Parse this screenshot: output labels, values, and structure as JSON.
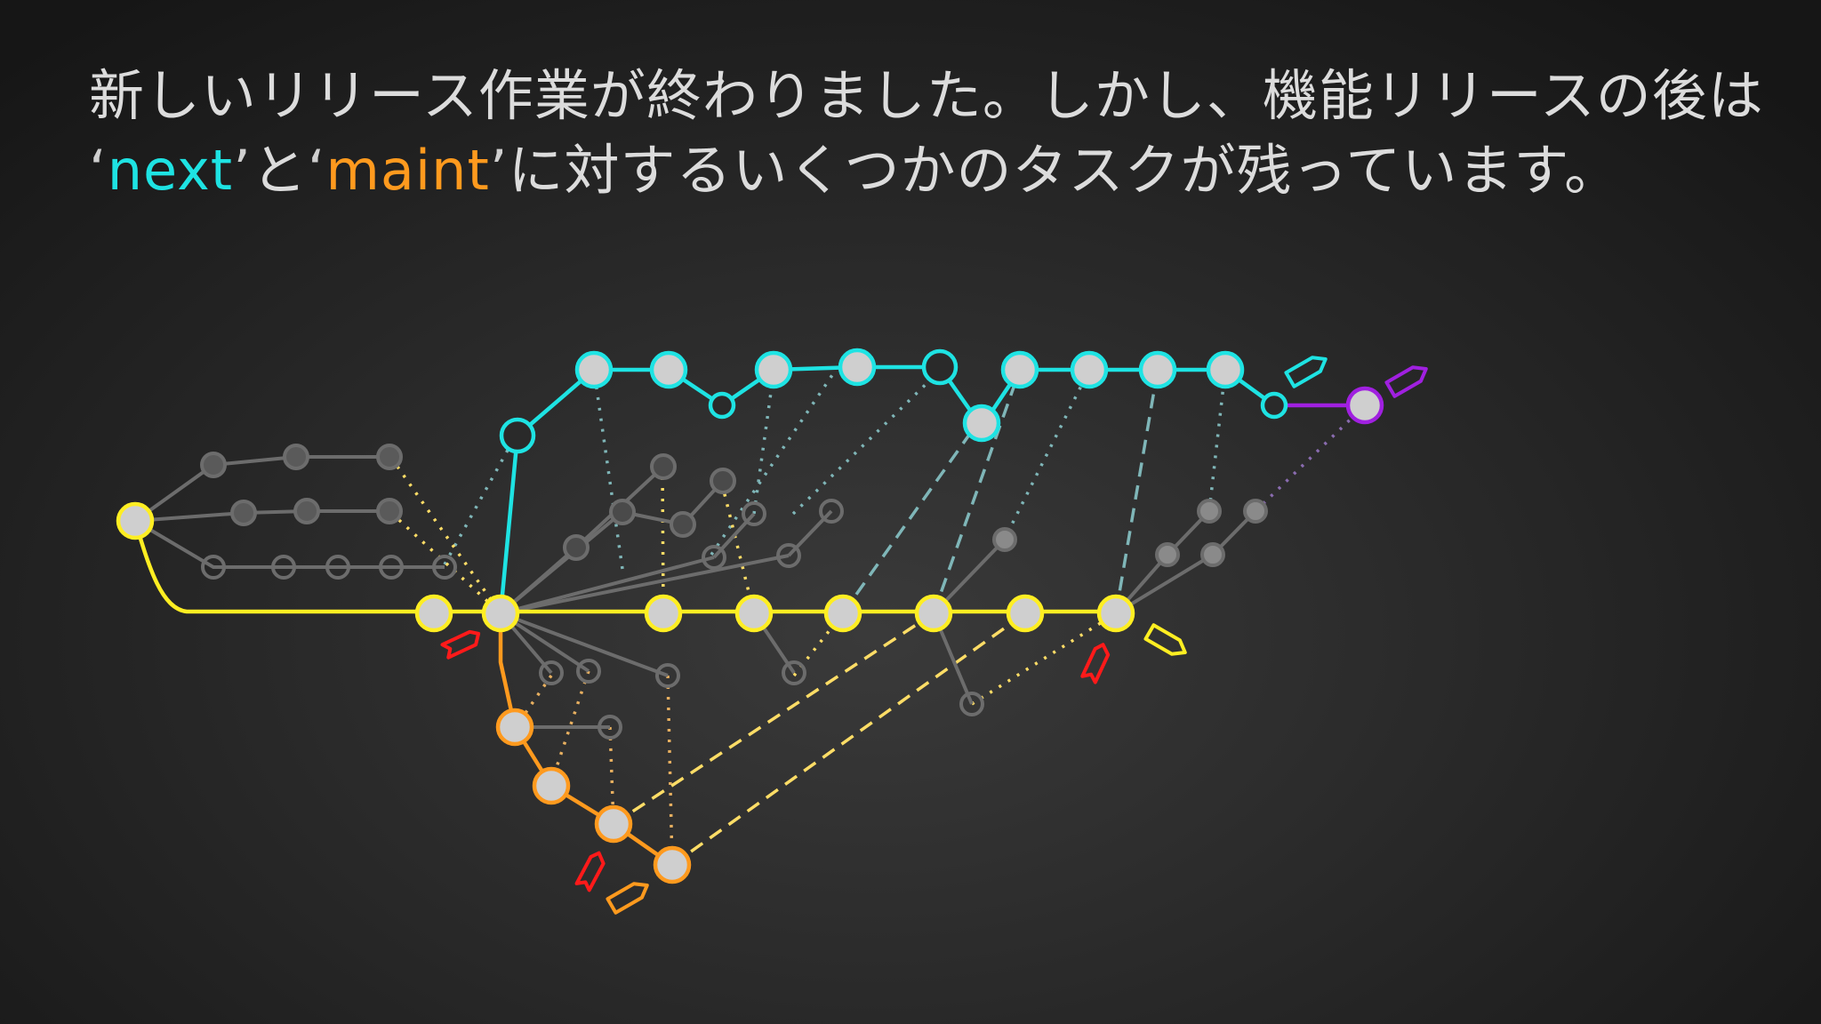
{
  "caption": {
    "line1": "新しいリリース作業が終わりました。しかし、機能リリースの後は",
    "line2_open1": "‘",
    "line2_next": "next",
    "line2_close1": "’",
    "line2_and": "と",
    "line2_open2": "‘",
    "line2_maint": "maint",
    "line2_close2": "’",
    "line2_rest": "に対するいくつかのタスクが残っています。"
  },
  "colors": {
    "next": "#1ee3e3",
    "maint": "#ff9a1e",
    "master": "#ffee22",
    "pu": "#a020e0",
    "tag": "#ff1a1a",
    "gray": "#6c6c6c",
    "node_fill": "#cfcfcf"
  }
}
